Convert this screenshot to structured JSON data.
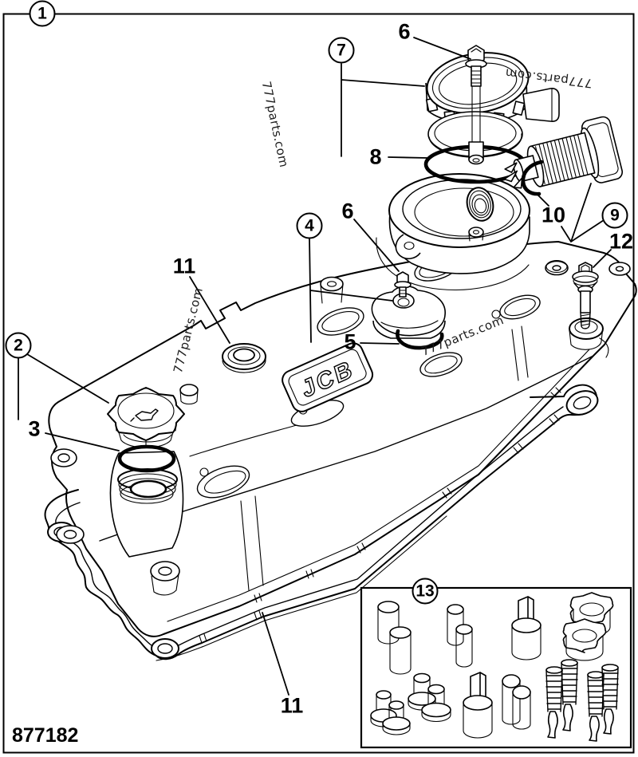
{
  "figure": {
    "watermark": "777parts.com",
    "logo": "JCB",
    "part_number": "877182"
  },
  "callouts": {
    "c1": "1",
    "c2": "2",
    "c3": "3",
    "c4": "4",
    "c5": "5",
    "c6": "6",
    "c7": "7",
    "c8": "8",
    "c9": "9",
    "c10": "10",
    "c11": "11",
    "c12": "12",
    "c13": "13"
  }
}
